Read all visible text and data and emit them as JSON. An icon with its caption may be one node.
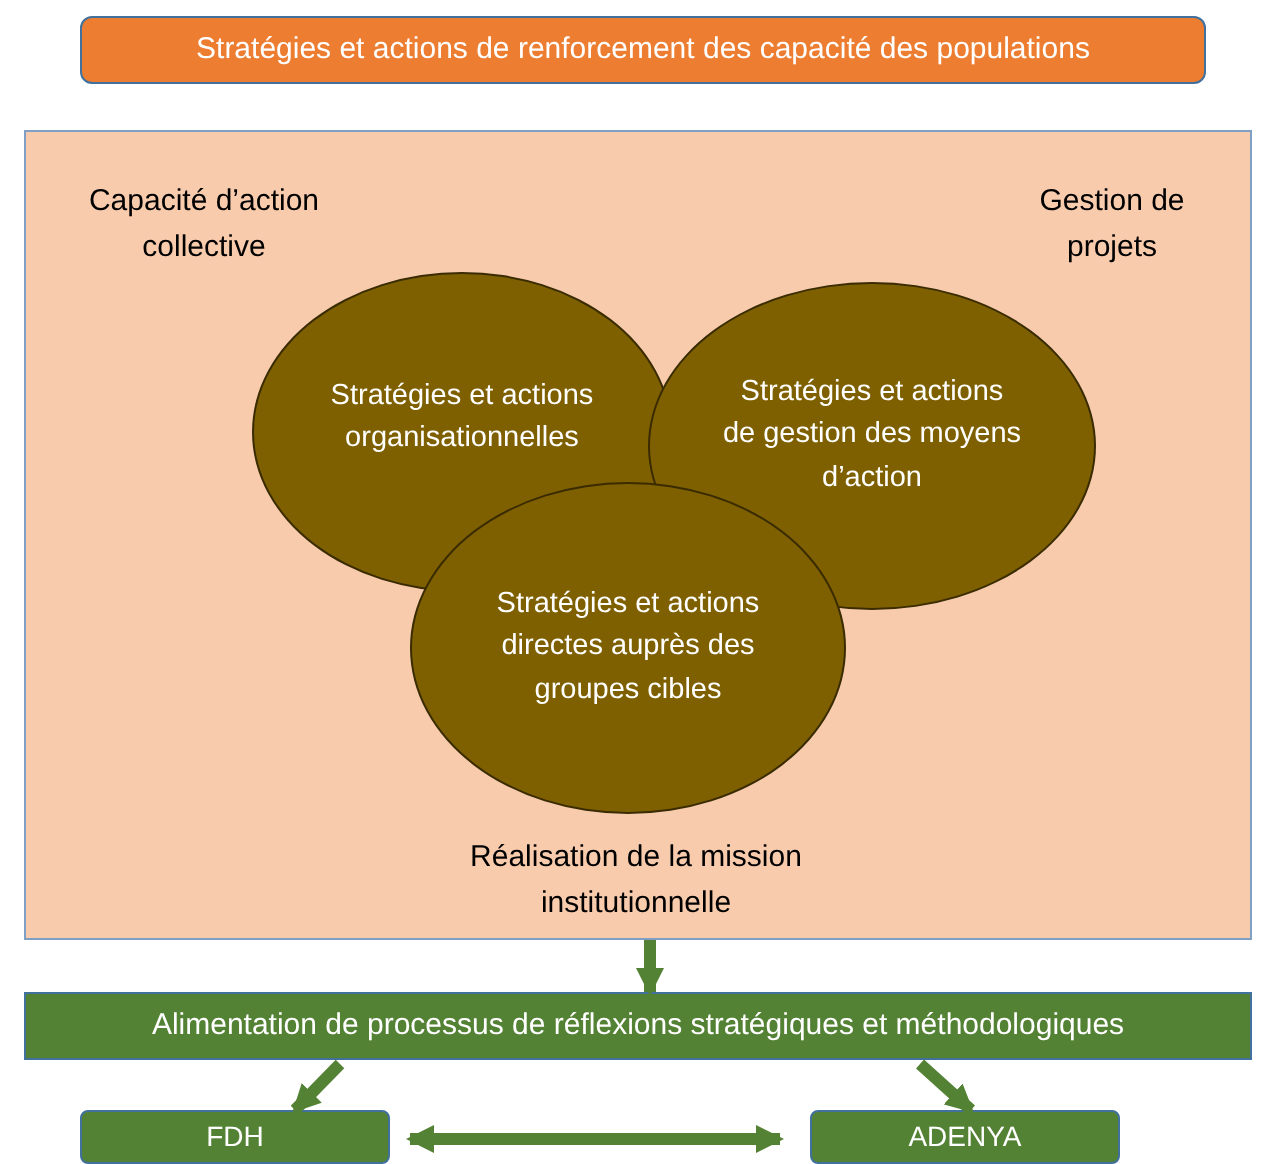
{
  "diagram": {
    "nodes": [
      {
        "text": [
          "Stratégies et actions  de renforcement des capacité des populations"
        ]
      },
      {
        "text": [
          "Capacité  d’action collective",
          "Gestion de projets",
          "Réalisation de la mission institutionnelle"
        ]
      },
      {
        "text": [
          "Stratégies et actions organisationnelles"
        ],
        "in": 1
      },
      {
        "text": [
          "Stratégies et actions  de gestion des moyens d’action"
        ],
        "in": 1
      },
      {
        "text": [
          "Stratégies et actions directes auprès des groupes cibles"
        ],
        "in": 1
      },
      {
        "text": [
          "Alimentation de processus de réflexions stratégiques et méthodologiques"
        ]
      },
      {
        "text": [
          "FDH"
        ]
      },
      {
        "text": [
          "ADENYA"
        ]
      }
    ],
    "edges": [
      {
        "from": 1,
        "to": 5,
        "arrow": "to"
      },
      {
        "from": 5,
        "to": 6,
        "arrow": "to"
      },
      {
        "from": 5,
        "to": 7,
        "arrow": "to"
      },
      {
        "from": 6,
        "to": 7,
        "arrow": "both"
      }
    ]
  }
}
